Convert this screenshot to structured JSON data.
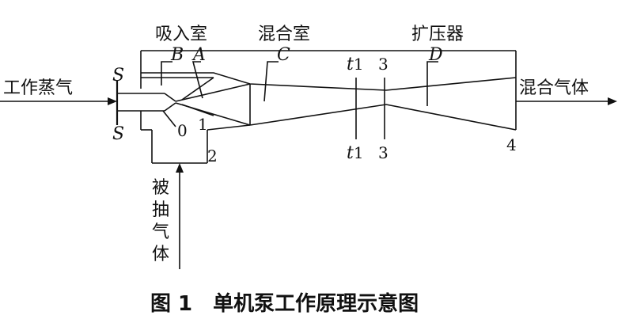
{
  "labels": {
    "suction_chamber": "吸入室",
    "mixing_chamber": "混合室",
    "diffuser": "扩压器",
    "working_steam": "工作蒸气",
    "mixed_gas": "混合气体",
    "extracted_gas": [
      "被",
      "抽",
      "气",
      "体"
    ]
  },
  "markers": {
    "S_top": "S",
    "S_bottom": "S",
    "B": "B",
    "A": "A",
    "C": "C",
    "D": "D",
    "n0": "0",
    "n1": "1",
    "n2": "2",
    "n3_top": "3",
    "n3_bottom": "3",
    "n4": "4",
    "t_top": "t",
    "t_top_num": "1",
    "t_bottom": "t",
    "t_bottom_num": "1"
  },
  "caption": "图 1　单机泵工作原理示意图"
}
